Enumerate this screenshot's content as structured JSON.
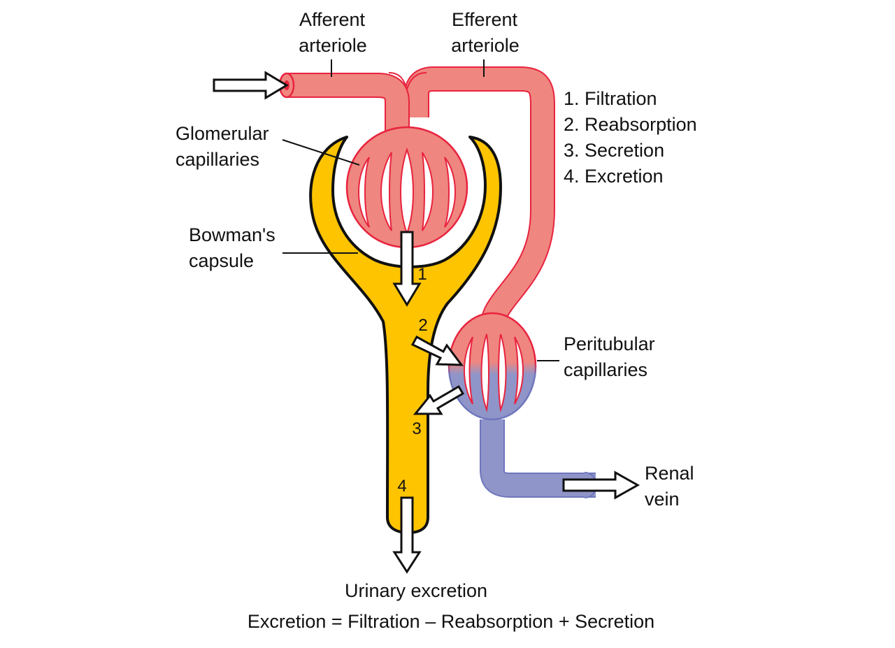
{
  "labels": {
    "afferent_line1": "Afferent",
    "afferent_line2": "arteriole",
    "efferent_line1": "Efferent",
    "efferent_line2": "arteriole",
    "glomerular_line1": "Glomerular",
    "glomerular_line2": "capillaries",
    "bowman_line1": "Bowman's",
    "bowman_line2": "capsule",
    "peritubular_line1": "Peritubular",
    "peritubular_line2": "capillaries",
    "renal_line1": "Renal",
    "renal_line2": "vein",
    "urinary": "Urinary excretion",
    "equation": "Excretion = Filtration – Reabsorption + Secretion"
  },
  "processes": [
    "1. Filtration",
    "2. Reabsorption",
    "3. Secretion",
    "4. Excretion"
  ],
  "step_numbers": [
    "1",
    "2",
    "3",
    "4"
  ],
  "colors": {
    "arterial": "#ef8680",
    "arterial_outline": "#e8233e",
    "venous": "#8f95c8",
    "venous_outline": "#6f76bd",
    "tubule": "#ffc400",
    "outline": "#111111",
    "background": "#ffffff"
  }
}
